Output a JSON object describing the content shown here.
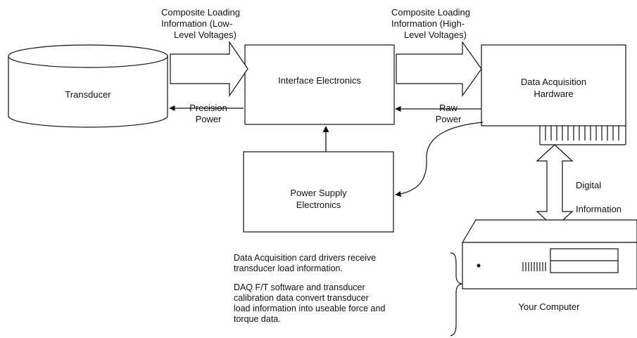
{
  "nodes": {
    "transducer": "Transducer",
    "interface": "Interface Electronics",
    "daq": [
      "Data Acquisition",
      "Hardware"
    ],
    "power_supply": [
      "Power Supply",
      "Electronics"
    ],
    "computer": "Your Computer"
  },
  "flows": {
    "low_level": [
      "Composite Loading",
      "Information (Low-",
      "Level Voltages)"
    ],
    "high_level": [
      "Composite Loading",
      "Information (High-",
      "Level Voltages)"
    ],
    "precision_power": [
      "Precision",
      "Power"
    ],
    "raw_power": [
      "Raw",
      "Power"
    ],
    "digital_info": [
      "Digital",
      "Information"
    ]
  },
  "notes": {
    "drivers": [
      "Data Acquisition card drivers receive",
      "transducer load information."
    ],
    "software": [
      "DAQ F/T software and transducer",
      "calibration data convert transducer",
      "load information into useable force and",
      "torque data."
    ]
  },
  "colors": {
    "stroke": "#111111",
    "arrow_fill": "#ffffff",
    "background": "#ffffff"
  }
}
